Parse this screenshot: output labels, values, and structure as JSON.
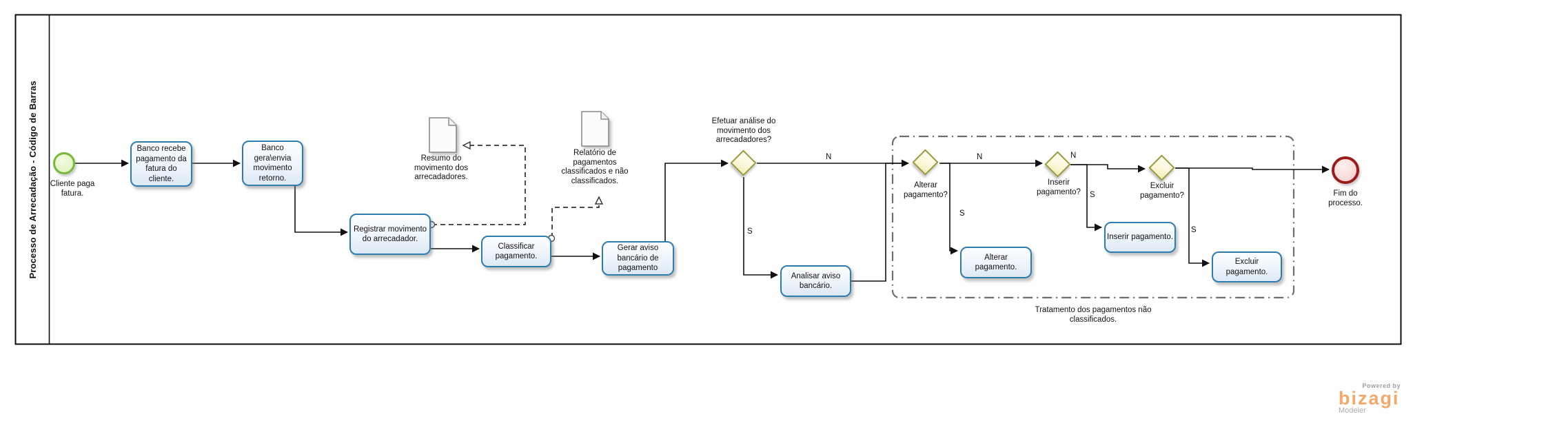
{
  "pool": {
    "title": "Processo de Arrecadação - Código de Barras"
  },
  "events": {
    "start": {
      "label": "Cliente paga fatura."
    },
    "end": {
      "label": "Fim do processo."
    }
  },
  "tasks": [
    {
      "label": "Banco recebe pagamento da fatura do cliente."
    },
    {
      "label": "Banco gera\\envia movimento retorno."
    },
    {
      "label": "Registrar movimento do arrecadador."
    },
    {
      "label": "Classificar pagamento."
    },
    {
      "label": "Gerar aviso bancário de pagamento"
    },
    {
      "label": "Analisar aviso bancário."
    },
    {
      "label": "Alterar pagamento."
    },
    {
      "label": "Inserir pagamento."
    },
    {
      "label": "Excluir pagamento."
    }
  ],
  "gateways": [
    {
      "label": "Efetuar análise do movimento dos arrecadadores?"
    },
    {
      "label": "Alterar pagamento?"
    },
    {
      "label": "Inserir pagamento?"
    },
    {
      "label": "Excluir pagamento?"
    }
  ],
  "data_objects": [
    {
      "label": "Resumo do movimento dos arrecadadores."
    },
    {
      "label": "Relatório de pagamentos classificados e não classificados."
    }
  ],
  "group": {
    "label": "Tratamento dos pagamentos não classificados."
  },
  "flow_labels": {
    "g1_n": "N",
    "g1_s": "S",
    "g2_n": "N",
    "g2_s": "S",
    "g3_n": "N",
    "g3_s": "S",
    "g4_s": "S"
  },
  "branding": {
    "powered_by": "Powered by",
    "brand": "bizagi",
    "product": "Modeler"
  },
  "colors": {
    "task_border": "#2c7cb0",
    "gateway_border": "#9a9b3e",
    "start_border": "#76b83a",
    "end_border": "#9b1a1a",
    "line": "#111111",
    "group_border": "#6e6e6e",
    "brand_orange": "#f4a96a"
  }
}
